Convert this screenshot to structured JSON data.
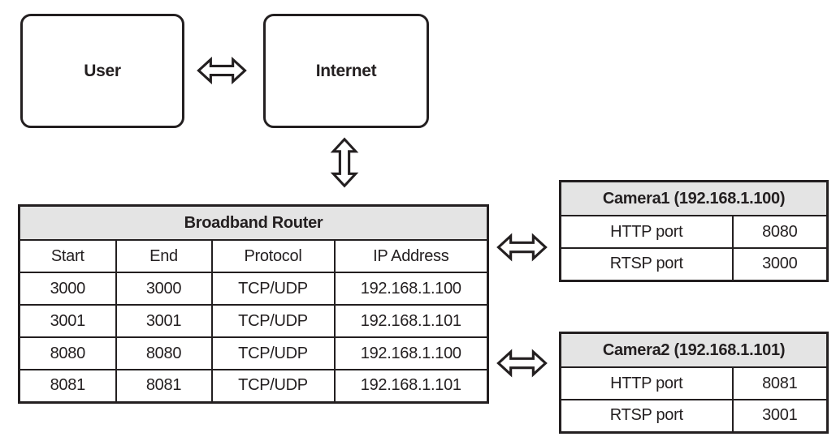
{
  "nodes": {
    "user_label": "User",
    "internet_label": "Internet"
  },
  "router_table": {
    "title": "Broadband Router",
    "columns": [
      "Start",
      "End",
      "Protocol",
      "IP Address"
    ],
    "rows": [
      [
        "3000",
        "3000",
        "TCP/UDP",
        "192.168.1.100"
      ],
      [
        "3001",
        "3001",
        "TCP/UDP",
        "192.168.1.101"
      ],
      [
        "8080",
        "8080",
        "TCP/UDP",
        "192.168.1.100"
      ],
      [
        "8081",
        "8081",
        "TCP/UDP",
        "192.168.1.101"
      ]
    ]
  },
  "camera1_table": {
    "title": "Camera1 (192.168.1.100)",
    "rows": [
      {
        "label": "HTTP port",
        "value": "8080"
      },
      {
        "label": "RTSP port",
        "value": "3000"
      }
    ]
  },
  "camera2_table": {
    "title": "Camera2 (192.168.1.101)",
    "rows": [
      {
        "label": "HTTP port",
        "value": "8081"
      },
      {
        "label": "RTSP port",
        "value": "3001"
      }
    ]
  },
  "colors": {
    "background": "#ffffff",
    "border": "#231f20",
    "header_fill": "#e4e4e4",
    "text": "#231f20"
  }
}
